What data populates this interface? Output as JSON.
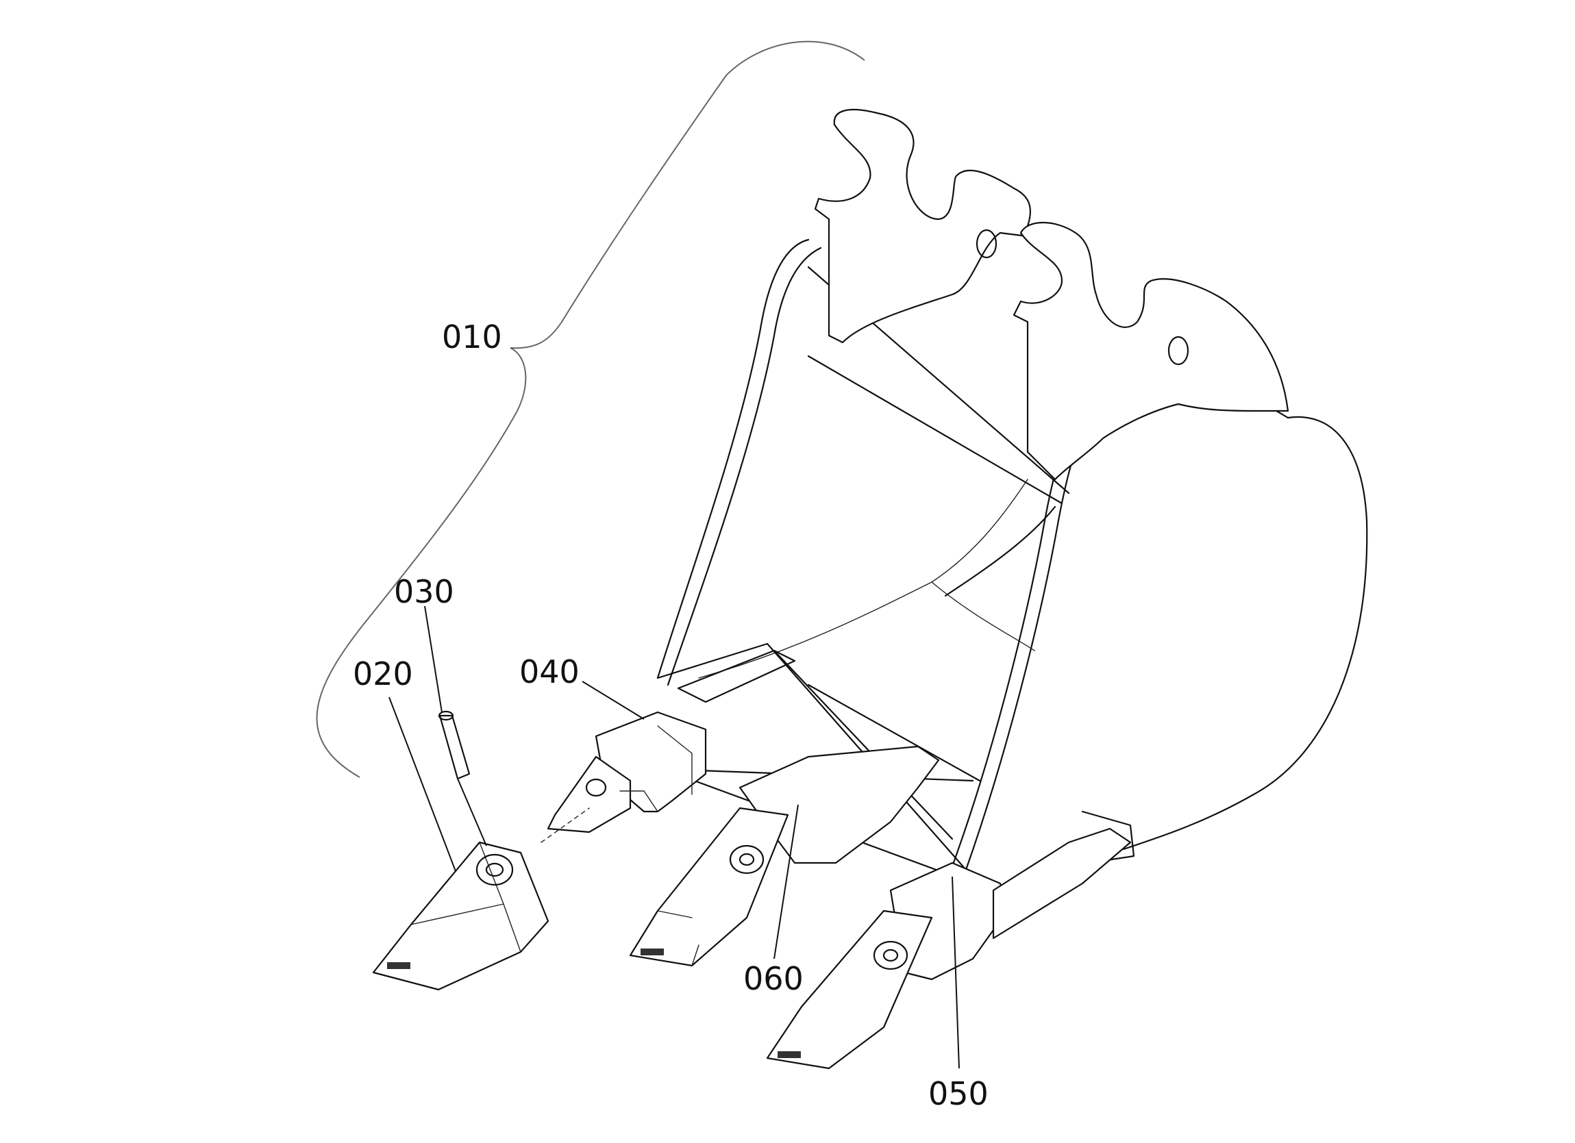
{
  "diagram": {
    "callouts": [
      {
        "id": "010",
        "label": "010"
      },
      {
        "id": "020",
        "label": "020"
      },
      {
        "id": "030",
        "label": "030"
      },
      {
        "id": "040",
        "label": "040"
      },
      {
        "id": "050",
        "label": "050"
      },
      {
        "id": "060",
        "label": "060"
      }
    ],
    "colors": {
      "line": "#111111",
      "background": "#ffffff"
    }
  }
}
